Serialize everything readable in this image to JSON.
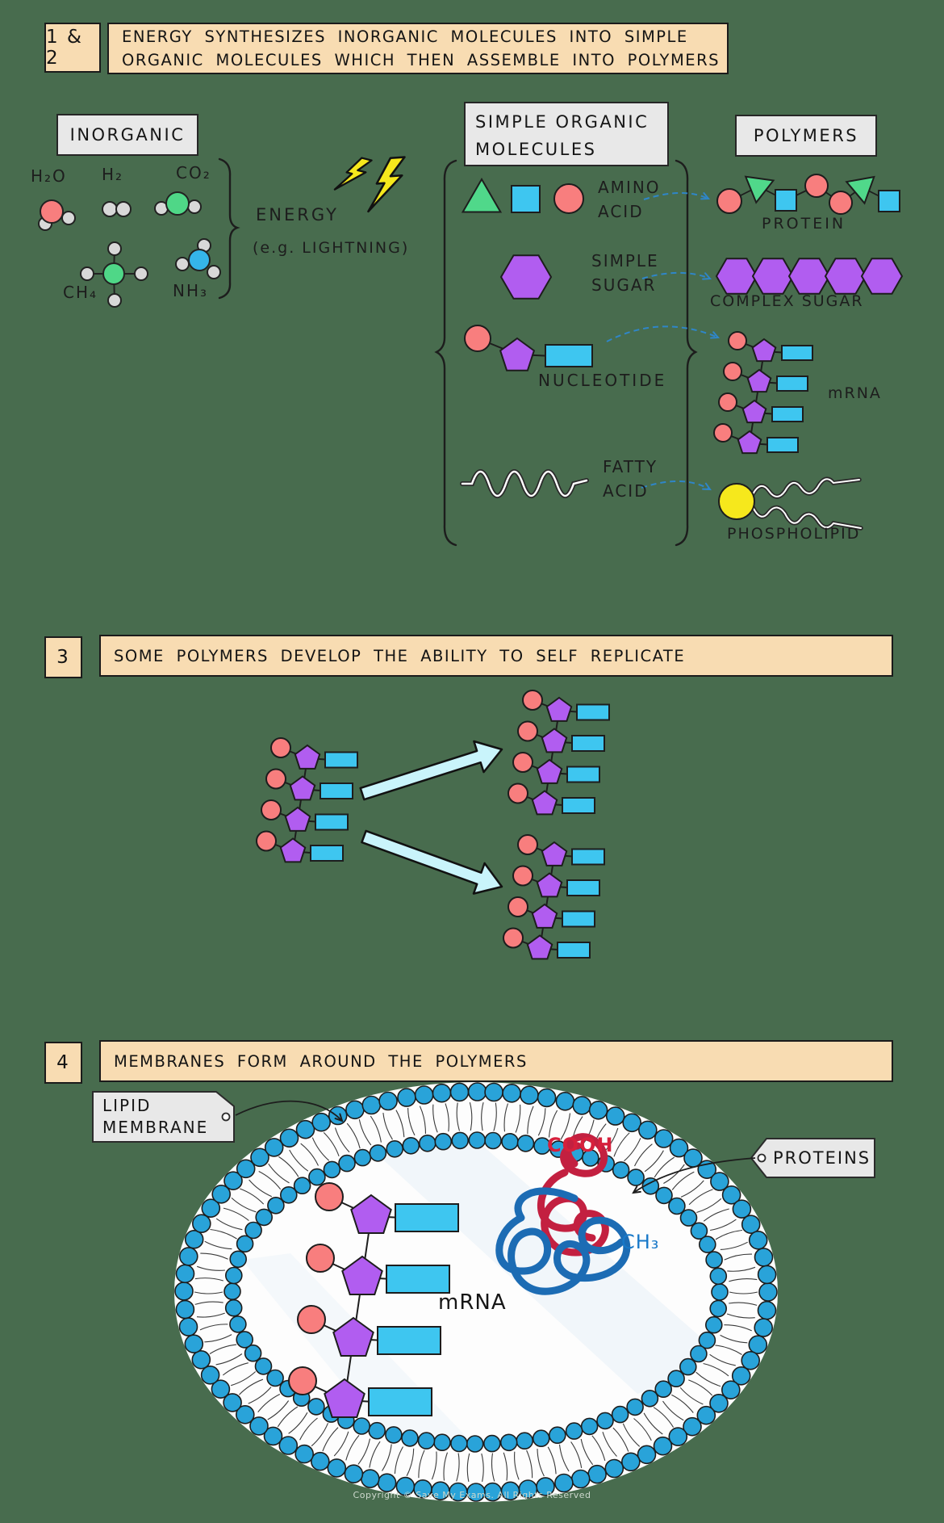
{
  "colors": {
    "bg": "#486c4e",
    "tan": "#f8dcb2",
    "boxGray": "#e8e8e8",
    "ink": "#1d1d1d",
    "pink": "#f87e7e",
    "atomGray": "#d8d8d8",
    "atomWhite": "#ffffff",
    "molGreen": "#4fd787",
    "molBlue": "#35b5ea",
    "triGreen": "#50d88a",
    "cyan": "#3ec6f0",
    "purple": "#b15df0",
    "yellow": "#f6e81c",
    "membraneBlue": "#29a3d9",
    "arrowBlue": "#2f86c8",
    "blockArrowFill": "#c9f4fb",
    "proteinRed": "#c32040",
    "proteinBlue": "#1c6cb4",
    "coohRed": "#d6203c",
    "ch3Blue": "#1878c8",
    "streak": "#e9f2f9",
    "footerGray": "#cdd8cd"
  },
  "header12": {
    "number": "1 & 2",
    "line1": "ENERGY  SYNTHESIZES  INORGANIC  MOLECULES  INTO  SIMPLE",
    "line2": "ORGANIC  MOLECULES  WHICH  THEN  ASSEMBLE  INTO  POLYMERS"
  },
  "inorganic": {
    "title": "INORGANIC",
    "h2o": "H₂O",
    "h2": "H₂",
    "co2": "CO₂",
    "ch4": "CH₄",
    "nh3": "NH₃"
  },
  "energy": {
    "label": "ENERGY",
    "sub": "(e.g.  LIGHTNING)"
  },
  "simple_organic": {
    "title_line1": "SIMPLE  ORGANIC",
    "title_line2": "MOLECULES",
    "amino_line1": "AMINO",
    "amino_line2": "ACID",
    "sugar_line1": "SIMPLE",
    "sugar_line2": "SUGAR",
    "nucleotide": "NUCLEOTIDE",
    "fatty_line1": "FATTY",
    "fatty_line2": "ACID"
  },
  "polymers": {
    "title": "POLYMERS",
    "protein": "PROTEIN",
    "complex_sugar": "COMPLEX  SUGAR",
    "mrna": "mRNA",
    "phospholipid": "PHOSPHOLIPID"
  },
  "header3": {
    "number": "3",
    "title": "SOME  POLYMERS  DEVELOP  THE  ABILITY  TO  SELF  REPLICATE"
  },
  "header4": {
    "number": "4",
    "title": "MEMBRANES  FORM  AROUND  THE  POLYMERS"
  },
  "membrane": {
    "lipid_line1": "LIPID",
    "lipid_line2": "MEMBRANE",
    "proteins": "PROTEINS",
    "cooh": "COOH",
    "ch3": "CH₃",
    "mrna": "mRNA"
  },
  "footer": {
    "copyright": "Copyright © Save My Exams. All Rights Reserved"
  }
}
